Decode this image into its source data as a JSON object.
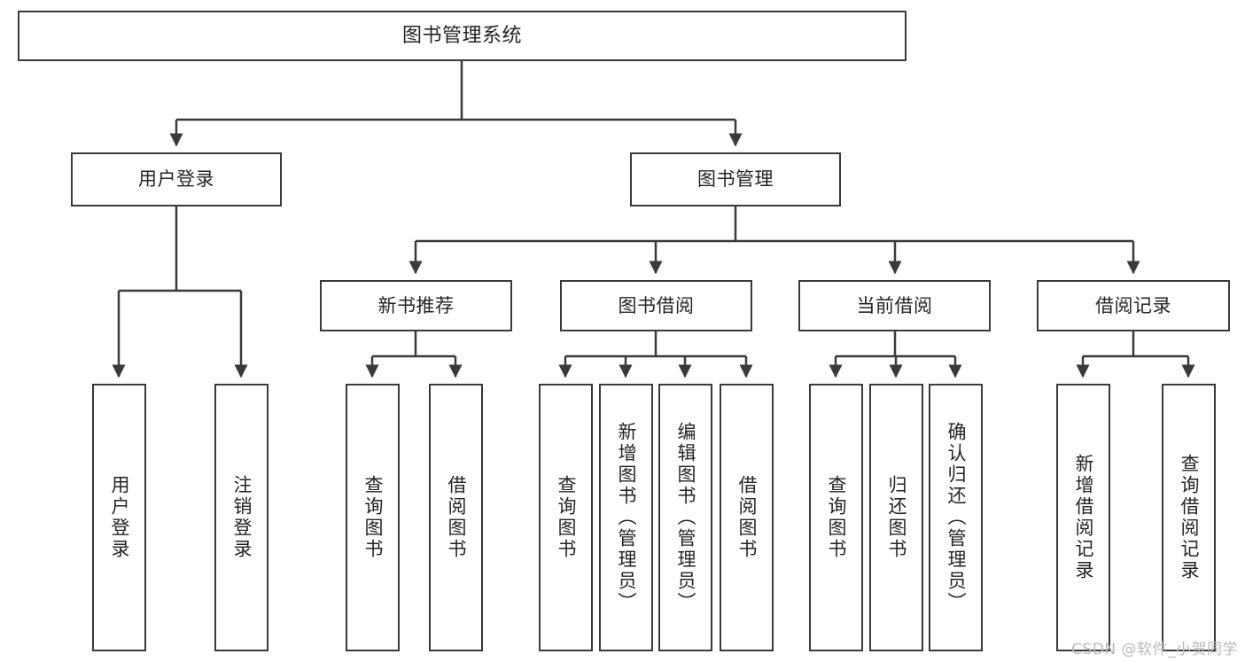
{
  "diagram": {
    "type": "hierarchy-tree",
    "title": "图书管理系统",
    "root": {
      "label": "图书管理系统"
    },
    "level2": [
      {
        "label": "用户登录"
      },
      {
        "label": "图书管理"
      }
    ],
    "level3": [
      {
        "label": "新书推荐"
      },
      {
        "label": "图书借阅"
      },
      {
        "label": "当前借阅"
      },
      {
        "label": "借阅记录"
      }
    ],
    "leaves": {
      "user_login": [
        {
          "label": "用户登录"
        },
        {
          "label": "注销登录"
        }
      ],
      "new_book_recommend": [
        {
          "label": "查询图书"
        },
        {
          "label": "借阅图书"
        }
      ],
      "book_borrow": [
        {
          "label": "查询图书"
        },
        {
          "label": "新增图书︵管理员︶"
        },
        {
          "label": "编辑图书︵管理员︶"
        },
        {
          "label": "借阅图书"
        }
      ],
      "current_borrow": [
        {
          "label": "查询图书"
        },
        {
          "label": "归还图书"
        },
        {
          "label": "确认归还︵管理员︶"
        }
      ],
      "borrow_record": [
        {
          "label": "新增借阅记录"
        },
        {
          "label": "查询借阅记录"
        }
      ]
    }
  },
  "watermark": {
    "text": "CSDN @软件_小贺同学"
  },
  "colors": {
    "border": "#3a3a3a",
    "text": "#242424",
    "background": "#ffffff",
    "watermark": "#b9b9b9"
  }
}
